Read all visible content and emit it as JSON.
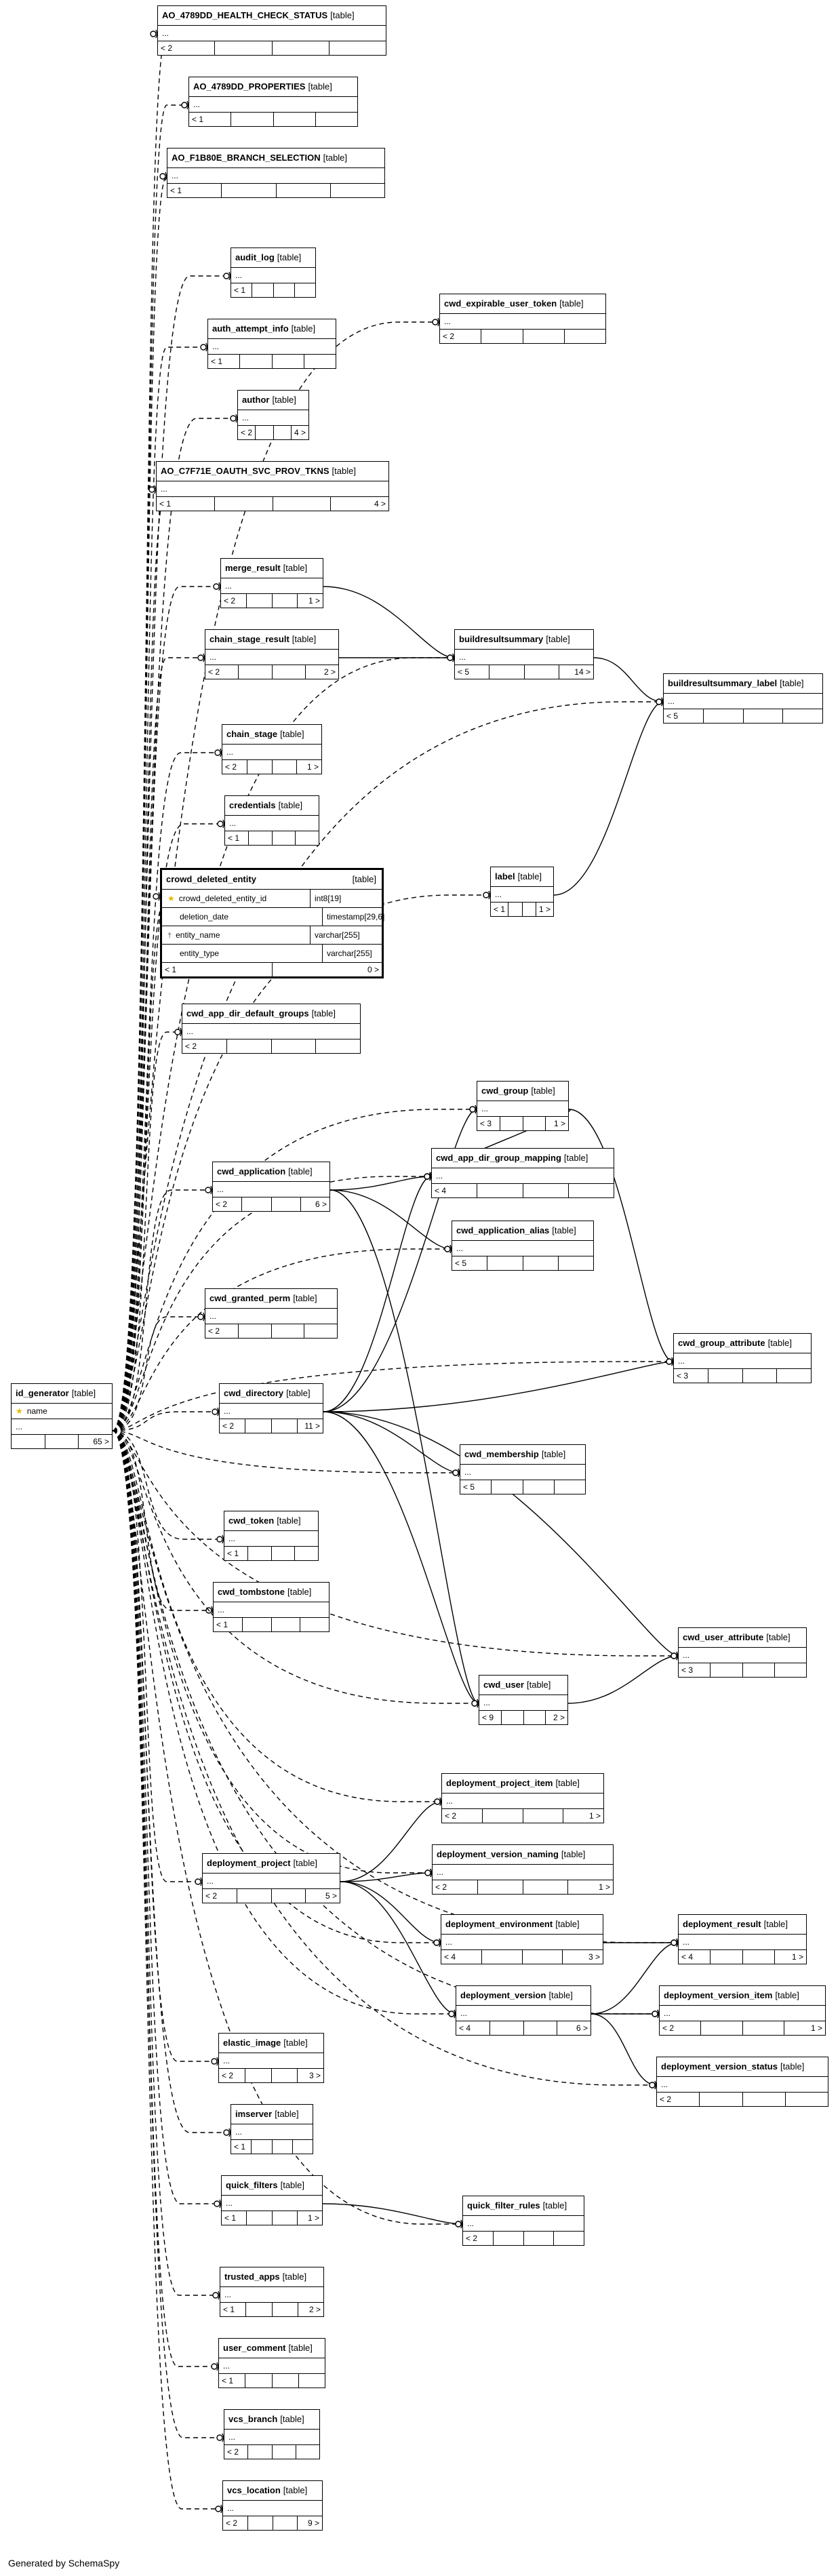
{
  "footer": "Generated by SchemaSpy",
  "tables": [
    {
      "id": "t_health",
      "name": "AO_4789DD_HEALTH_CHECK_STATUS",
      "tag": "[table]",
      "row": "...",
      "left": "< 2",
      "right": ""
    },
    {
      "id": "t_props",
      "name": "AO_4789DD_PROPERTIES",
      "tag": "[table]",
      "row": "...",
      "left": "< 1",
      "right": ""
    },
    {
      "id": "t_branch",
      "name": "AO_F1B80E_BRANCH_SELECTION",
      "tag": "[table]",
      "row": "...",
      "left": "< 1",
      "right": ""
    },
    {
      "id": "t_audit",
      "name": "audit_log",
      "tag": "[table]",
      "row": "...",
      "left": "< 1",
      "right": ""
    },
    {
      "id": "t_auth",
      "name": "auth_attempt_info",
      "tag": "[table]",
      "row": "...",
      "left": "< 1",
      "right": ""
    },
    {
      "id": "t_author",
      "name": "author",
      "tag": "[table]",
      "row": "...",
      "left": "< 2",
      "right": "4 >"
    },
    {
      "id": "t_oauth",
      "name": "AO_C7F71E_OAUTH_SVC_PROV_TKNS",
      "tag": "[table]",
      "row": "...",
      "left": "< 1",
      "right": "4 >"
    },
    {
      "id": "t_cexp",
      "name": "cwd_expirable_user_token",
      "tag": "[table]",
      "row": "...",
      "left": "< 2",
      "right": ""
    },
    {
      "id": "t_merge",
      "name": "merge_result",
      "tag": "[table]",
      "row": "...",
      "left": "< 2",
      "right": "1 >"
    },
    {
      "id": "t_chainres",
      "name": "chain_stage_result",
      "tag": "[table]",
      "row": "...",
      "left": "< 2",
      "right": "2 >"
    },
    {
      "id": "t_brs",
      "name": "buildresultsummary",
      "tag": "[table]",
      "row": "...",
      "left": "< 5",
      "right": "14 >"
    },
    {
      "id": "t_brsl",
      "name": "buildresultsummary_label",
      "tag": "[table]",
      "row": "...",
      "left": "< 5",
      "right": ""
    },
    {
      "id": "t_chainstage",
      "name": "chain_stage",
      "tag": "[table]",
      "row": "...",
      "left": "< 2",
      "right": "1 >"
    },
    {
      "id": "t_cred",
      "name": "credentials",
      "tag": "[table]",
      "row": "...",
      "left": "< 1",
      "right": ""
    },
    {
      "id": "t_label",
      "name": "label",
      "tag": "[table]",
      "row": "...",
      "left": "< 1",
      "right": "1 >"
    },
    {
      "id": "t_cadg",
      "name": "cwd_app_dir_default_groups",
      "tag": "[table]",
      "row": "...",
      "left": "< 2",
      "right": ""
    },
    {
      "id": "t_cgroup",
      "name": "cwd_group",
      "tag": "[table]",
      "row": "...",
      "left": "< 3",
      "right": "1 >"
    },
    {
      "id": "t_capp",
      "name": "cwd_application",
      "tag": "[table]",
      "row": "...",
      "left": "< 2",
      "right": "6 >"
    },
    {
      "id": "t_cadgm",
      "name": "cwd_app_dir_group_mapping",
      "tag": "[table]",
      "row": "...",
      "left": "< 4",
      "right": ""
    },
    {
      "id": "t_calias",
      "name": "cwd_application_alias",
      "tag": "[table]",
      "row": "...",
      "left": "< 5",
      "right": ""
    },
    {
      "id": "t_cperm",
      "name": "cwd_granted_perm",
      "tag": "[table]",
      "row": "...",
      "left": "< 2",
      "right": ""
    },
    {
      "id": "t_cgattr",
      "name": "cwd_group_attribute",
      "tag": "[table]",
      "row": "...",
      "left": "< 3",
      "right": ""
    },
    {
      "id": "t_cdir",
      "name": "cwd_directory",
      "tag": "[table]",
      "row": "...",
      "left": "< 2",
      "right": "11 >"
    },
    {
      "id": "t_cmem",
      "name": "cwd_membership",
      "tag": "[table]",
      "row": "...",
      "left": "< 5",
      "right": ""
    },
    {
      "id": "t_ctoken",
      "name": "cwd_token",
      "tag": "[table]",
      "row": "...",
      "left": "< 1",
      "right": ""
    },
    {
      "id": "t_ctomb",
      "name": "cwd_tombstone",
      "tag": "[table]",
      "row": "...",
      "left": "< 1",
      "right": ""
    },
    {
      "id": "t_cuattr",
      "name": "cwd_user_attribute",
      "tag": "[table]",
      "row": "...",
      "left": "< 3",
      "right": ""
    },
    {
      "id": "t_cuser",
      "name": "cwd_user",
      "tag": "[table]",
      "row": "...",
      "left": "< 9",
      "right": "2 >"
    },
    {
      "id": "t_dpi",
      "name": "deployment_project_item",
      "tag": "[table]",
      "row": "...",
      "left": "< 2",
      "right": "1 >"
    },
    {
      "id": "t_dvn",
      "name": "deployment_version_naming",
      "tag": "[table]",
      "row": "...",
      "left": "< 2",
      "right": "1 >"
    },
    {
      "id": "t_dp",
      "name": "deployment_project",
      "tag": "[table]",
      "row": "...",
      "left": "< 2",
      "right": "5 >"
    },
    {
      "id": "t_denv",
      "name": "deployment_environment",
      "tag": "[table]",
      "row": "...",
      "left": "< 4",
      "right": "3 >"
    },
    {
      "id": "t_dres",
      "name": "deployment_result",
      "tag": "[table]",
      "row": "...",
      "left": "< 4",
      "right": "1 >"
    },
    {
      "id": "t_dver",
      "name": "deployment_version",
      "tag": "[table]",
      "row": "...",
      "left": "< 4",
      "right": "6 >"
    },
    {
      "id": "t_dvi",
      "name": "deployment_version_item",
      "tag": "[table]",
      "row": "...",
      "left": "< 2",
      "right": "1 >"
    },
    {
      "id": "t_dvs",
      "name": "deployment_version_status",
      "tag": "[table]",
      "row": "...",
      "left": "< 2",
      "right": ""
    },
    {
      "id": "t_elastic",
      "name": "elastic_image",
      "tag": "[table]",
      "row": "...",
      "left": "< 2",
      "right": "3 >"
    },
    {
      "id": "t_imserver",
      "name": "imserver",
      "tag": "[table]",
      "row": "...",
      "left": "< 1",
      "right": ""
    },
    {
      "id": "t_qf",
      "name": "quick_filters",
      "tag": "[table]",
      "row": "...",
      "left": "< 1",
      "right": "1 >"
    },
    {
      "id": "t_qfr",
      "name": "quick_filter_rules",
      "tag": "[table]",
      "row": "...",
      "left": "< 2",
      "right": ""
    },
    {
      "id": "t_trusted",
      "name": "trusted_apps",
      "tag": "[table]",
      "row": "...",
      "left": "< 1",
      "right": "2 >"
    },
    {
      "id": "t_ucomment",
      "name": "user_comment",
      "tag": "[table]",
      "row": "...",
      "left": "< 1",
      "right": ""
    },
    {
      "id": "t_vcsb",
      "name": "vcs_branch",
      "tag": "[table]",
      "row": "...",
      "left": "< 2",
      "right": ""
    },
    {
      "id": "t_vcsl",
      "name": "vcs_location",
      "tag": "[table]",
      "row": "...",
      "left": "< 2",
      "right": "9 >"
    }
  ],
  "crowd_deleted_entity": {
    "name": "crowd_deleted_entity",
    "tag": "[table]",
    "columns": [
      {
        "icon": "key",
        "name": "crowd_deleted_entity_id",
        "type": "int8[19]"
      },
      {
        "icon": "",
        "name": "deletion_date",
        "type": "timestamp[29,6]"
      },
      {
        "icon": "fk",
        "name": "entity_name",
        "type": "varchar[255]"
      },
      {
        "icon": "",
        "name": "entity_type",
        "type": "varchar[255]"
      }
    ],
    "left": "< 1",
    "right": "0 >"
  },
  "id_generator": {
    "name": "id_generator",
    "tag": "[table]",
    "columns": [
      {
        "icon": "key",
        "name": "name"
      }
    ],
    "row": "...",
    "right": "65 >"
  }
}
